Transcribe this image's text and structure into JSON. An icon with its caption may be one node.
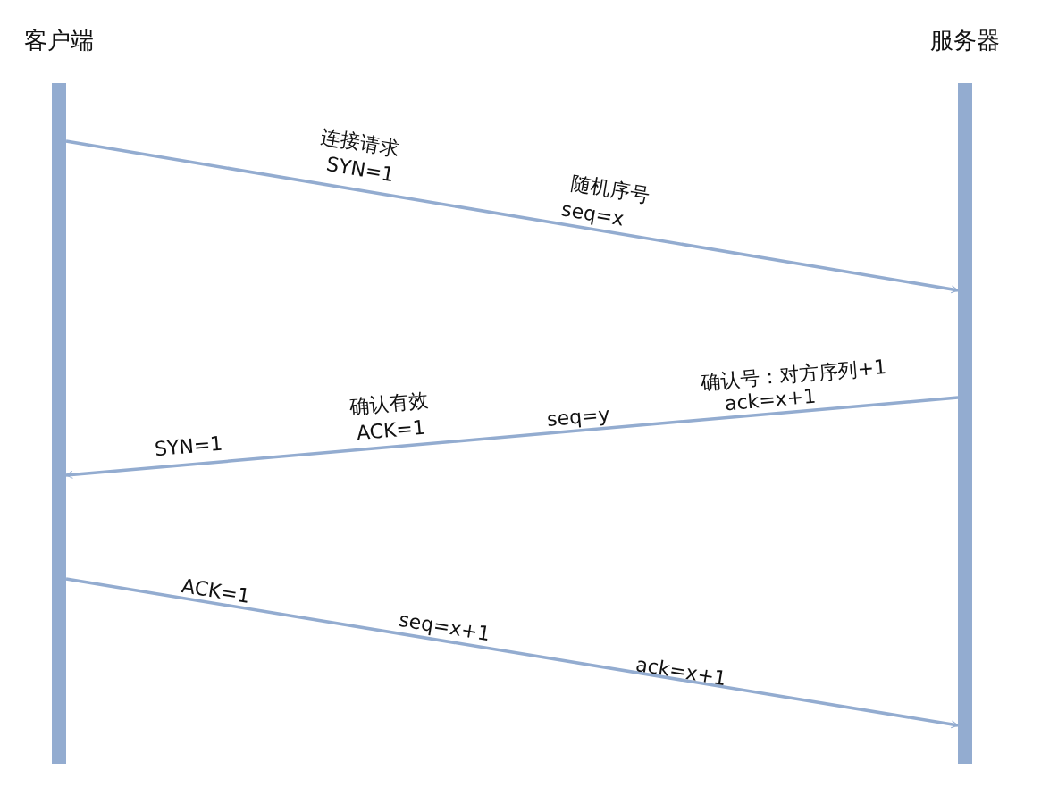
{
  "diagram": {
    "nodes": [
      {
        "text": [
          "客户端"
        ]
      },
      {
        "text": [
          "服务器"
        ]
      }
    ],
    "edges": [
      {
        "from": 0,
        "to": 1,
        "arrow": "to"
      },
      {
        "from": 1,
        "to": 0,
        "arrow": "to"
      },
      {
        "from": 0,
        "to": 1,
        "arrow": "to"
      }
    ],
    "labels": [
      "连接请求",
      "SYN=1",
      "随机序号",
      "seq=x",
      "确认号：对方序列+1",
      "ack=x+1",
      "确认有效",
      "ACK=1",
      "seq=y",
      "SYN=1",
      "ACK=1",
      "seq=x+1",
      "ack=x+1"
    ]
  }
}
